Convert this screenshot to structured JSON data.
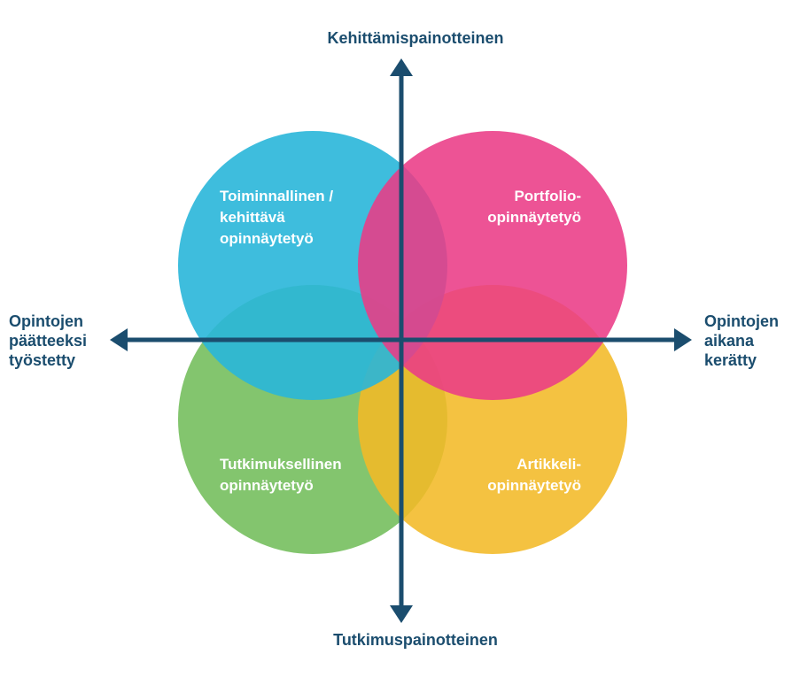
{
  "colors": {
    "axis": "#1b4d6e",
    "circle_top_left": "#29b6d9",
    "circle_top_right": "#ea3b86",
    "circle_bottom_left": "#76bf5e",
    "circle_bottom_right": "#f2b927",
    "label_text": "#ffffff"
  },
  "axes": {
    "top": "Kehittämispainotteinen",
    "bottom": "Tutkimuspainotteinen",
    "left": [
      "Opintojen",
      "päätteeksi",
      "työstetty"
    ],
    "right": [
      "Opintojen",
      "aikana",
      "kerätty"
    ]
  },
  "circles": {
    "top_left": [
      "Toiminnallinen /",
      "kehittävä",
      "opinnäytetyö"
    ],
    "top_right": [
      "Portfolio-",
      "opinnäytetyö"
    ],
    "bottom_left": [
      "Tutkimuksellinen",
      "opinnäytetyö"
    ],
    "bottom_right": [
      "Artikkeli-",
      "opinnäytetyö"
    ]
  }
}
